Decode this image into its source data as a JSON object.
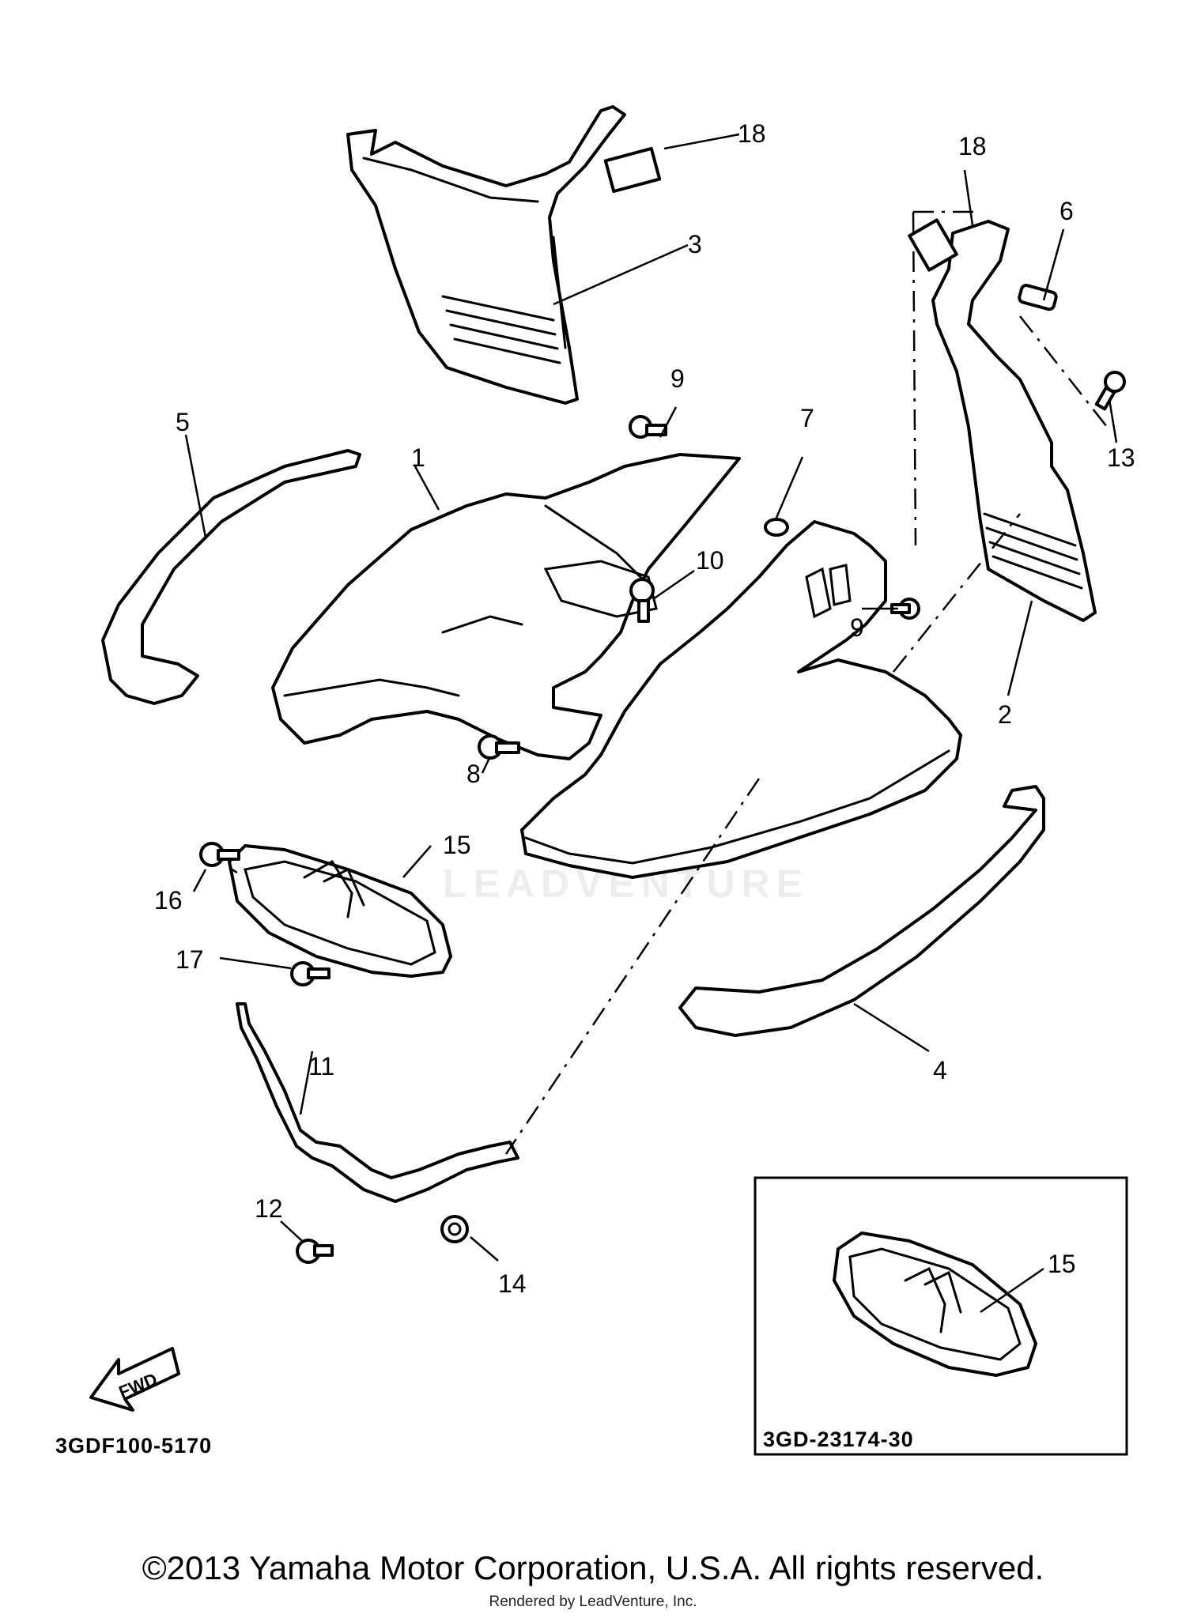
{
  "diagram": {
    "callouts": {
      "p1": "1",
      "p2": "2",
      "p3": "3",
      "p4": "4",
      "p5": "5",
      "p6": "6",
      "p7": "7",
      "p8": "8",
      "p9a": "9",
      "p9b": "9",
      "p10": "10",
      "p11": "11",
      "p12": "12",
      "p13": "13",
      "p14": "14",
      "p15a": "15",
      "p15b": "15",
      "p16": "16",
      "p17": "17",
      "p18a": "18",
      "p18b": "18"
    },
    "fwd_label": "FWD",
    "diagram_code": "3GDF100-5170",
    "inset_code": "3GD-23174-30",
    "watermark": "LEADVENTURE"
  },
  "footer": {
    "copyright": "©2013 Yamaha Motor Corporation, U.S.A. All rights reserved.",
    "rendered_by": "Rendered by LeadVenture, Inc."
  }
}
